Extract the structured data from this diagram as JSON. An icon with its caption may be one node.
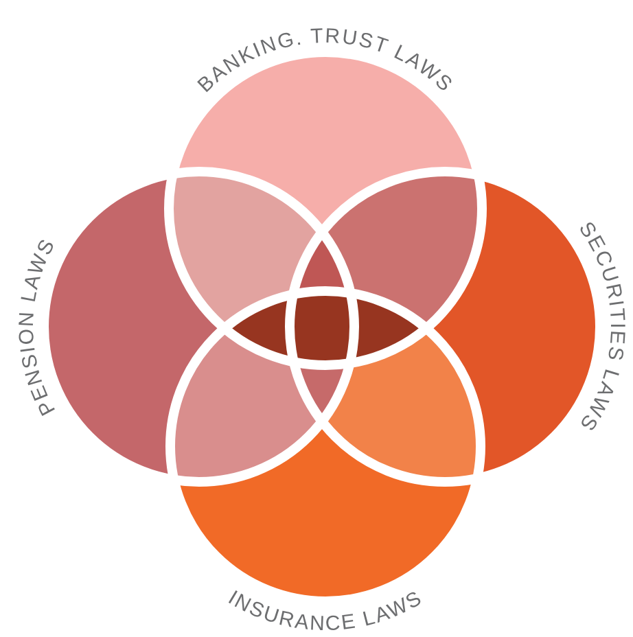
{
  "diagram": {
    "nodes": [
      {
        "text": [
          "BANKING. TRUST LAWS"
        ]
      },
      {
        "text": [
          "PENSION LAWS"
        ]
      },
      {
        "text": [
          "SECURITIES LAWS"
        ]
      },
      {
        "text": [
          "INSURANCE LAWS"
        ]
      }
    ]
  }
}
